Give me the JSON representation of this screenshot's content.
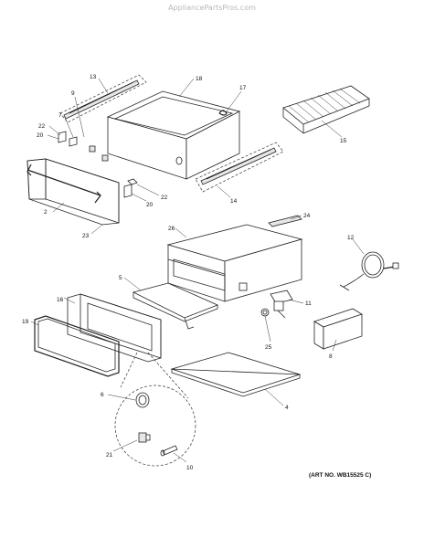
{
  "watermark": "AppliancePartsPros.com",
  "art_number": "(ART NO. WB15525 C)",
  "callouts": [
    "13",
    "18",
    "9",
    "17",
    "7",
    "22",
    "20",
    "15",
    "2",
    "22",
    "20",
    "14",
    "23",
    "24",
    "26",
    "12",
    "5",
    "11",
    "16",
    "19",
    "25",
    "8",
    "4",
    "6",
    "21",
    "10"
  ]
}
